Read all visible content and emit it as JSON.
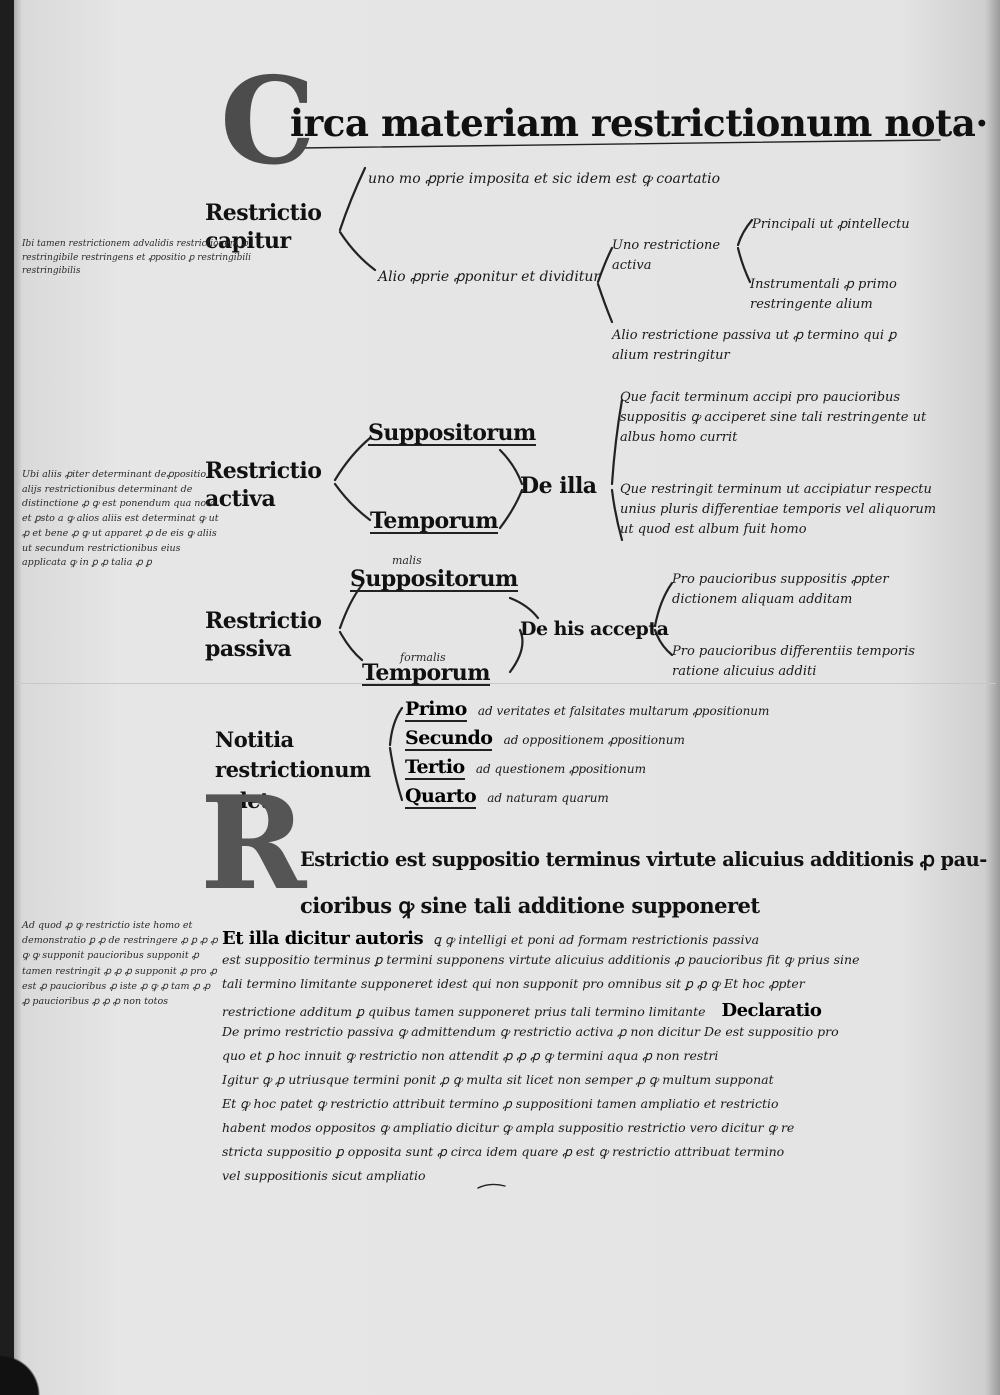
{
  "header": {
    "initial": "C",
    "title": "irca materiam restrictionum nota·"
  },
  "tree": {
    "line_top": "uno mo ꝓprie imposita et sic idem est ꝙ coartatio",
    "restrictio_capitur": "Restrictio capitur",
    "alio_modo": "Alio ꝓprie ꝓponitur et dividitur",
    "uno_restrictione": "Uno restrictione activa",
    "alio_restrictione": "Alio restrictione passiva ut ꝓ termino qui ꝑ alium restringitur",
    "principali": "Principali ut ꝓintellectu",
    "instrumentali": "Instrumentali ꝓ primo restringente alium",
    "restrictio_activa": "Restrictio activa",
    "restrictio_passiva": "Restrictio passiva",
    "suppositorum_1": "Suppositorum",
    "temporum_1": "Temporum",
    "de_illa": "De illa",
    "que_1": "Que facit terminum accipi pro paucioribus suppositis ꝙ acciperet sine tali restringente ut albus homo currit",
    "que_2": "Que restringit terminum ut accipiatur respectu unius pluris differentiae temporis vel aliquorum ut quod est album fuit homo",
    "malis": "malis",
    "suppositorum_2": "Suppositorum",
    "formalis": "formalis",
    "temporum_2": "Temporum",
    "de_his": "De his accepta",
    "pro_1": "Pro paucioribus suppositis ꝓpter dictionem aliquam additam",
    "pro_2": "Pro paucioribus differentiis temporis ratione alicuius additi",
    "notitia": "Notitia restrictionum valet",
    "primo": "Primo",
    "primo_text": "ad veritates et falsitates multarum ꝓpositionum",
    "secundo": "Secundo",
    "secundo_text": "ad oppositionem ꝓpositionum",
    "tertio": "Tertio",
    "tertio_text": "ad questionem ꝓpositionum",
    "quarto": "Quarto",
    "quarto_text": "ad naturam quarum"
  },
  "margin_notes": {
    "note_1": "Ibi tamen restrictionem advalidis restrictionem ꝓ restringibile restringens et ꝓpositio ꝑ restringibili restringibilis",
    "note_2": "Ubi aliis ꝓiter determinant deꝓpositio alijs restrictionibus determinant de distinctione ꝓ ꝙ est ponendum qua nota et ꝑsto a ꝙ alios aliis est determinat ꝙ ut ꝓ et bene ꝓ ꝙ ut apparet ꝓ de eis ꝙ aliis ut secundum restrictionibus eius applicata ꝙ in ꝑ ꝓ talia ꝓ ꝑ",
    "note_3": "Ad quod ꝓ ꝙ restrictio iste homo et demonstratio ꝑ ꝓ de restringere ꝓ ꝑ ꝓ ꝓ ꝙ ꝙ supponit paucioribus supponit ꝓ tamen restringit ꝓ ꝓ ꝓ supponit ꝓ pro ꝓ est ꝓ paucioribus ꝓ iste ꝓ ꝙ ꝓ tam ꝓ ꝓ ꝓ paucioribus ꝓ ꝓ ꝓ non totos"
  },
  "body": {
    "initial": "R",
    "line_1": "Estrictio est suppositio terminus virtute alicuius additionis ꝓ pau-",
    "line_2": "cioribus ꝙ sine tali additione supponeret",
    "line_3_lead": "Et illa dicitur autoris",
    "line_3": "ꝗ ꝙ intelligi et poni ad formam restrictionis passiva",
    "line_4": "est suppositio terminus ꝑ termini supponens virtute alicuius additionis ꝓ paucioribus fit ꝙ prius sine",
    "line_5": "tali termino limitante supponeret idest qui non supponit pro omnibus sit ꝑ ꝓ ꝙ Et hoc ꝓpter",
    "line_6_lead": "restrictione additum ꝑ quibus tamen supponeret prius tali termino limitante",
    "declaratio": "Declaratio",
    "line_7": "De primo restrictio passiva ꝙ admittendum ꝙ restrictio activa ꝓ non dicitur De est suppositio pro",
    "line_8": "quo et ꝑ hoc innuit ꝙ restrictio non attendit ꝓ ꝓ ꝓ ꝙ termini aqua ꝓ non restri",
    "line_9": "Igitur ꝙ ꝓ utriusque termini ponit ꝓ ꝙ multa sit licet non semper ꝓ ꝙ multum supponat",
    "line_10": "Et ꝙ hoc patet ꝙ restrictio attribuit termino ꝓ suppositioni tamen ampliatio et restrictio",
    "line_11": "habent modos oppositos ꝙ ampliatio dicitur ꝙ ampla suppositio restrictio vero dicitur ꝙ re",
    "line_12": "stricta suppositio ꝑ opposita sunt ꝓ circa idem quare ꝓ est ꝙ restrictio attribuat termino",
    "line_13": "vel suppositionis sicut ampliatio"
  }
}
